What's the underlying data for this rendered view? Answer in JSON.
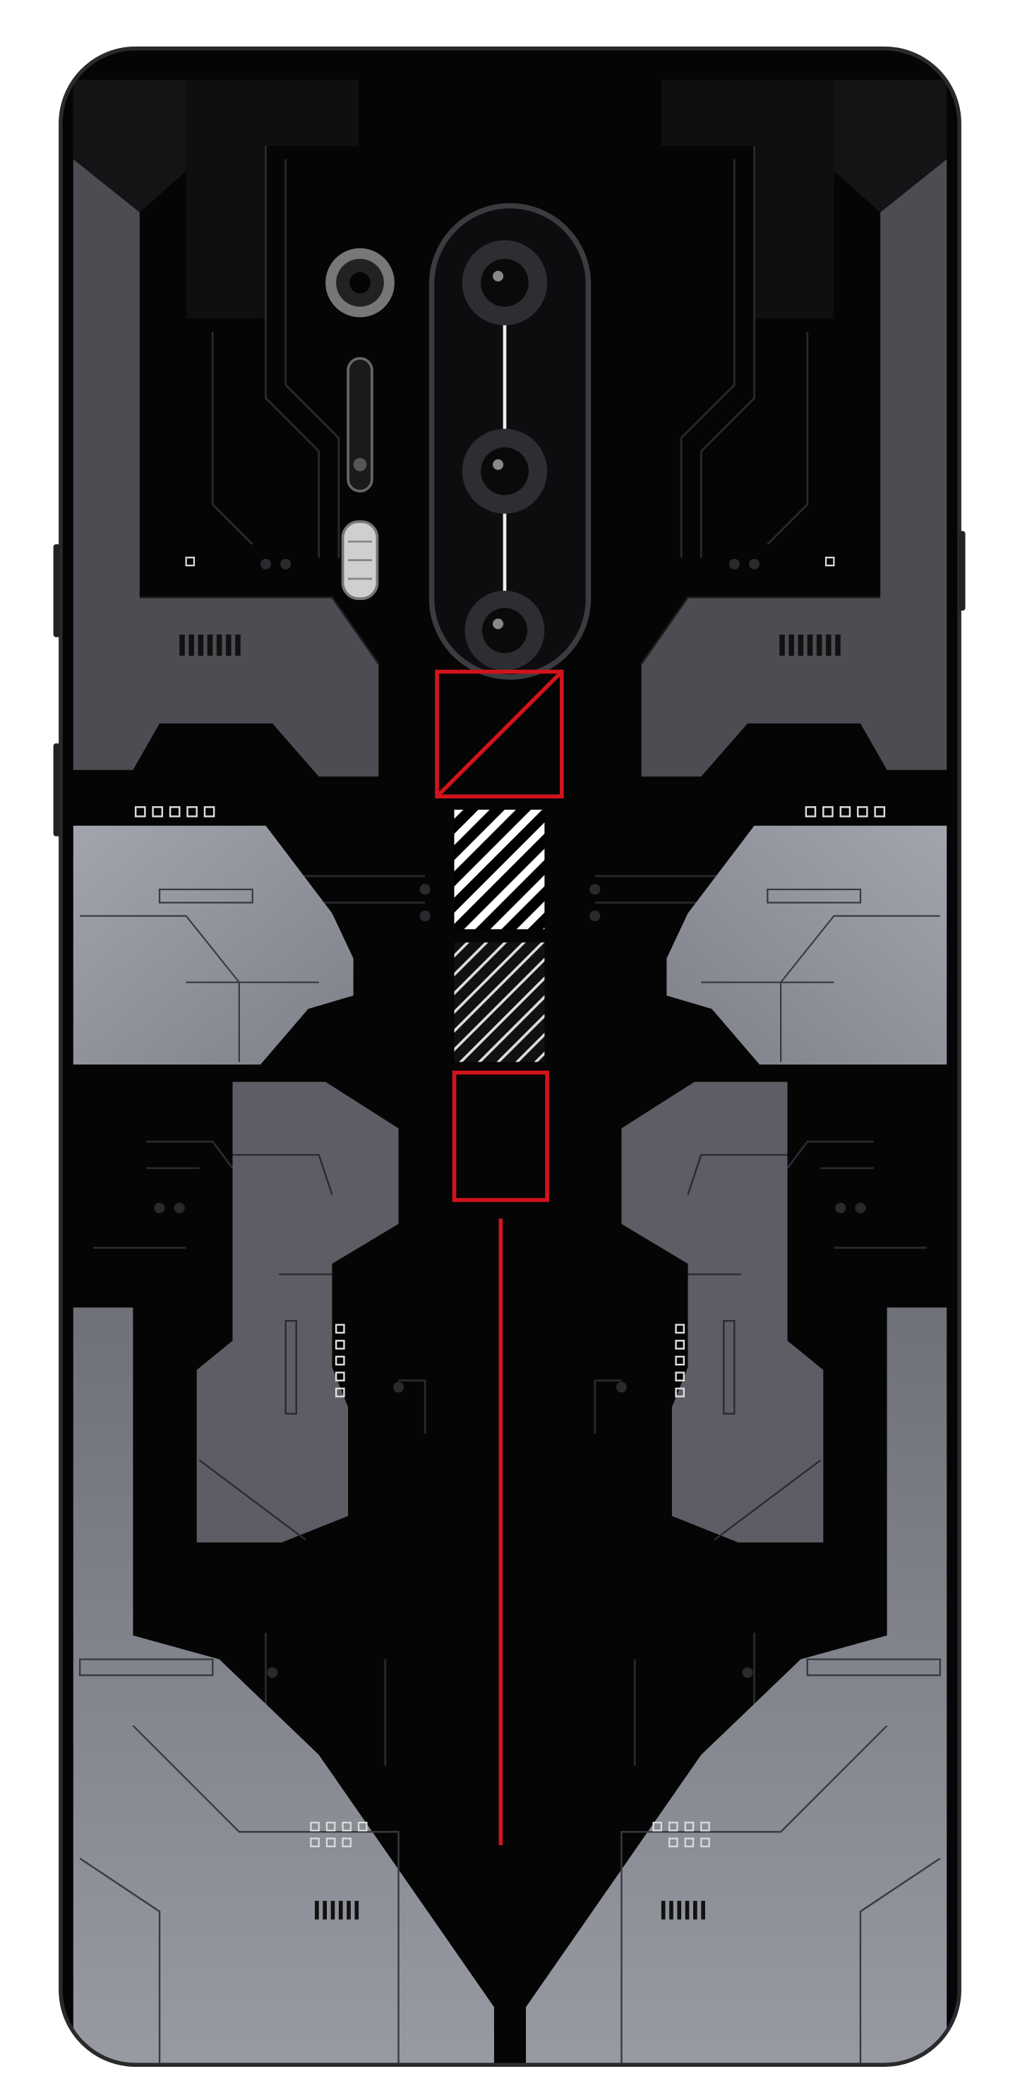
{
  "product": {
    "type": "phone-back-skin",
    "pattern": "mecha-circuit",
    "colors": {
      "background": "#ffffff",
      "body": "#050505",
      "frame": "#2a2a2c",
      "dark_gray": "#4c4d53",
      "mid_gray": "#5d5e65",
      "light_gray": "#9c9ea7",
      "accent_red": "#d1141c",
      "circuit": "#1e1e20",
      "stripe": "#ffffff"
    },
    "camera": {
      "main_lenses": 3,
      "side_lens": 1,
      "flash": true,
      "sensor_slot": true
    }
  }
}
